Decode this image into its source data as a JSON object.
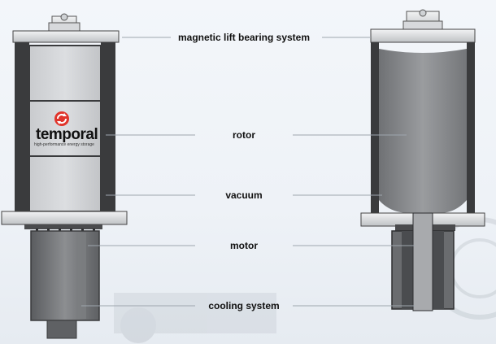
{
  "labels": {
    "bearing": "magnetic lift bearing system",
    "rotor": "rotor",
    "vacuum": "vacuum",
    "motor": "motor",
    "cooling": "cooling system"
  },
  "logo": {
    "name": "temporal",
    "tagline": "high-performance energy storage",
    "icon": "circular-arrows-icon"
  },
  "colors": {
    "frame_dark": "#3b3b3d",
    "rotor_light": "#d3d5d8",
    "rotor_cutaway": "#8a8c8f",
    "logo_red": "#e0342b",
    "leader_line": "#9ea6ae"
  }
}
